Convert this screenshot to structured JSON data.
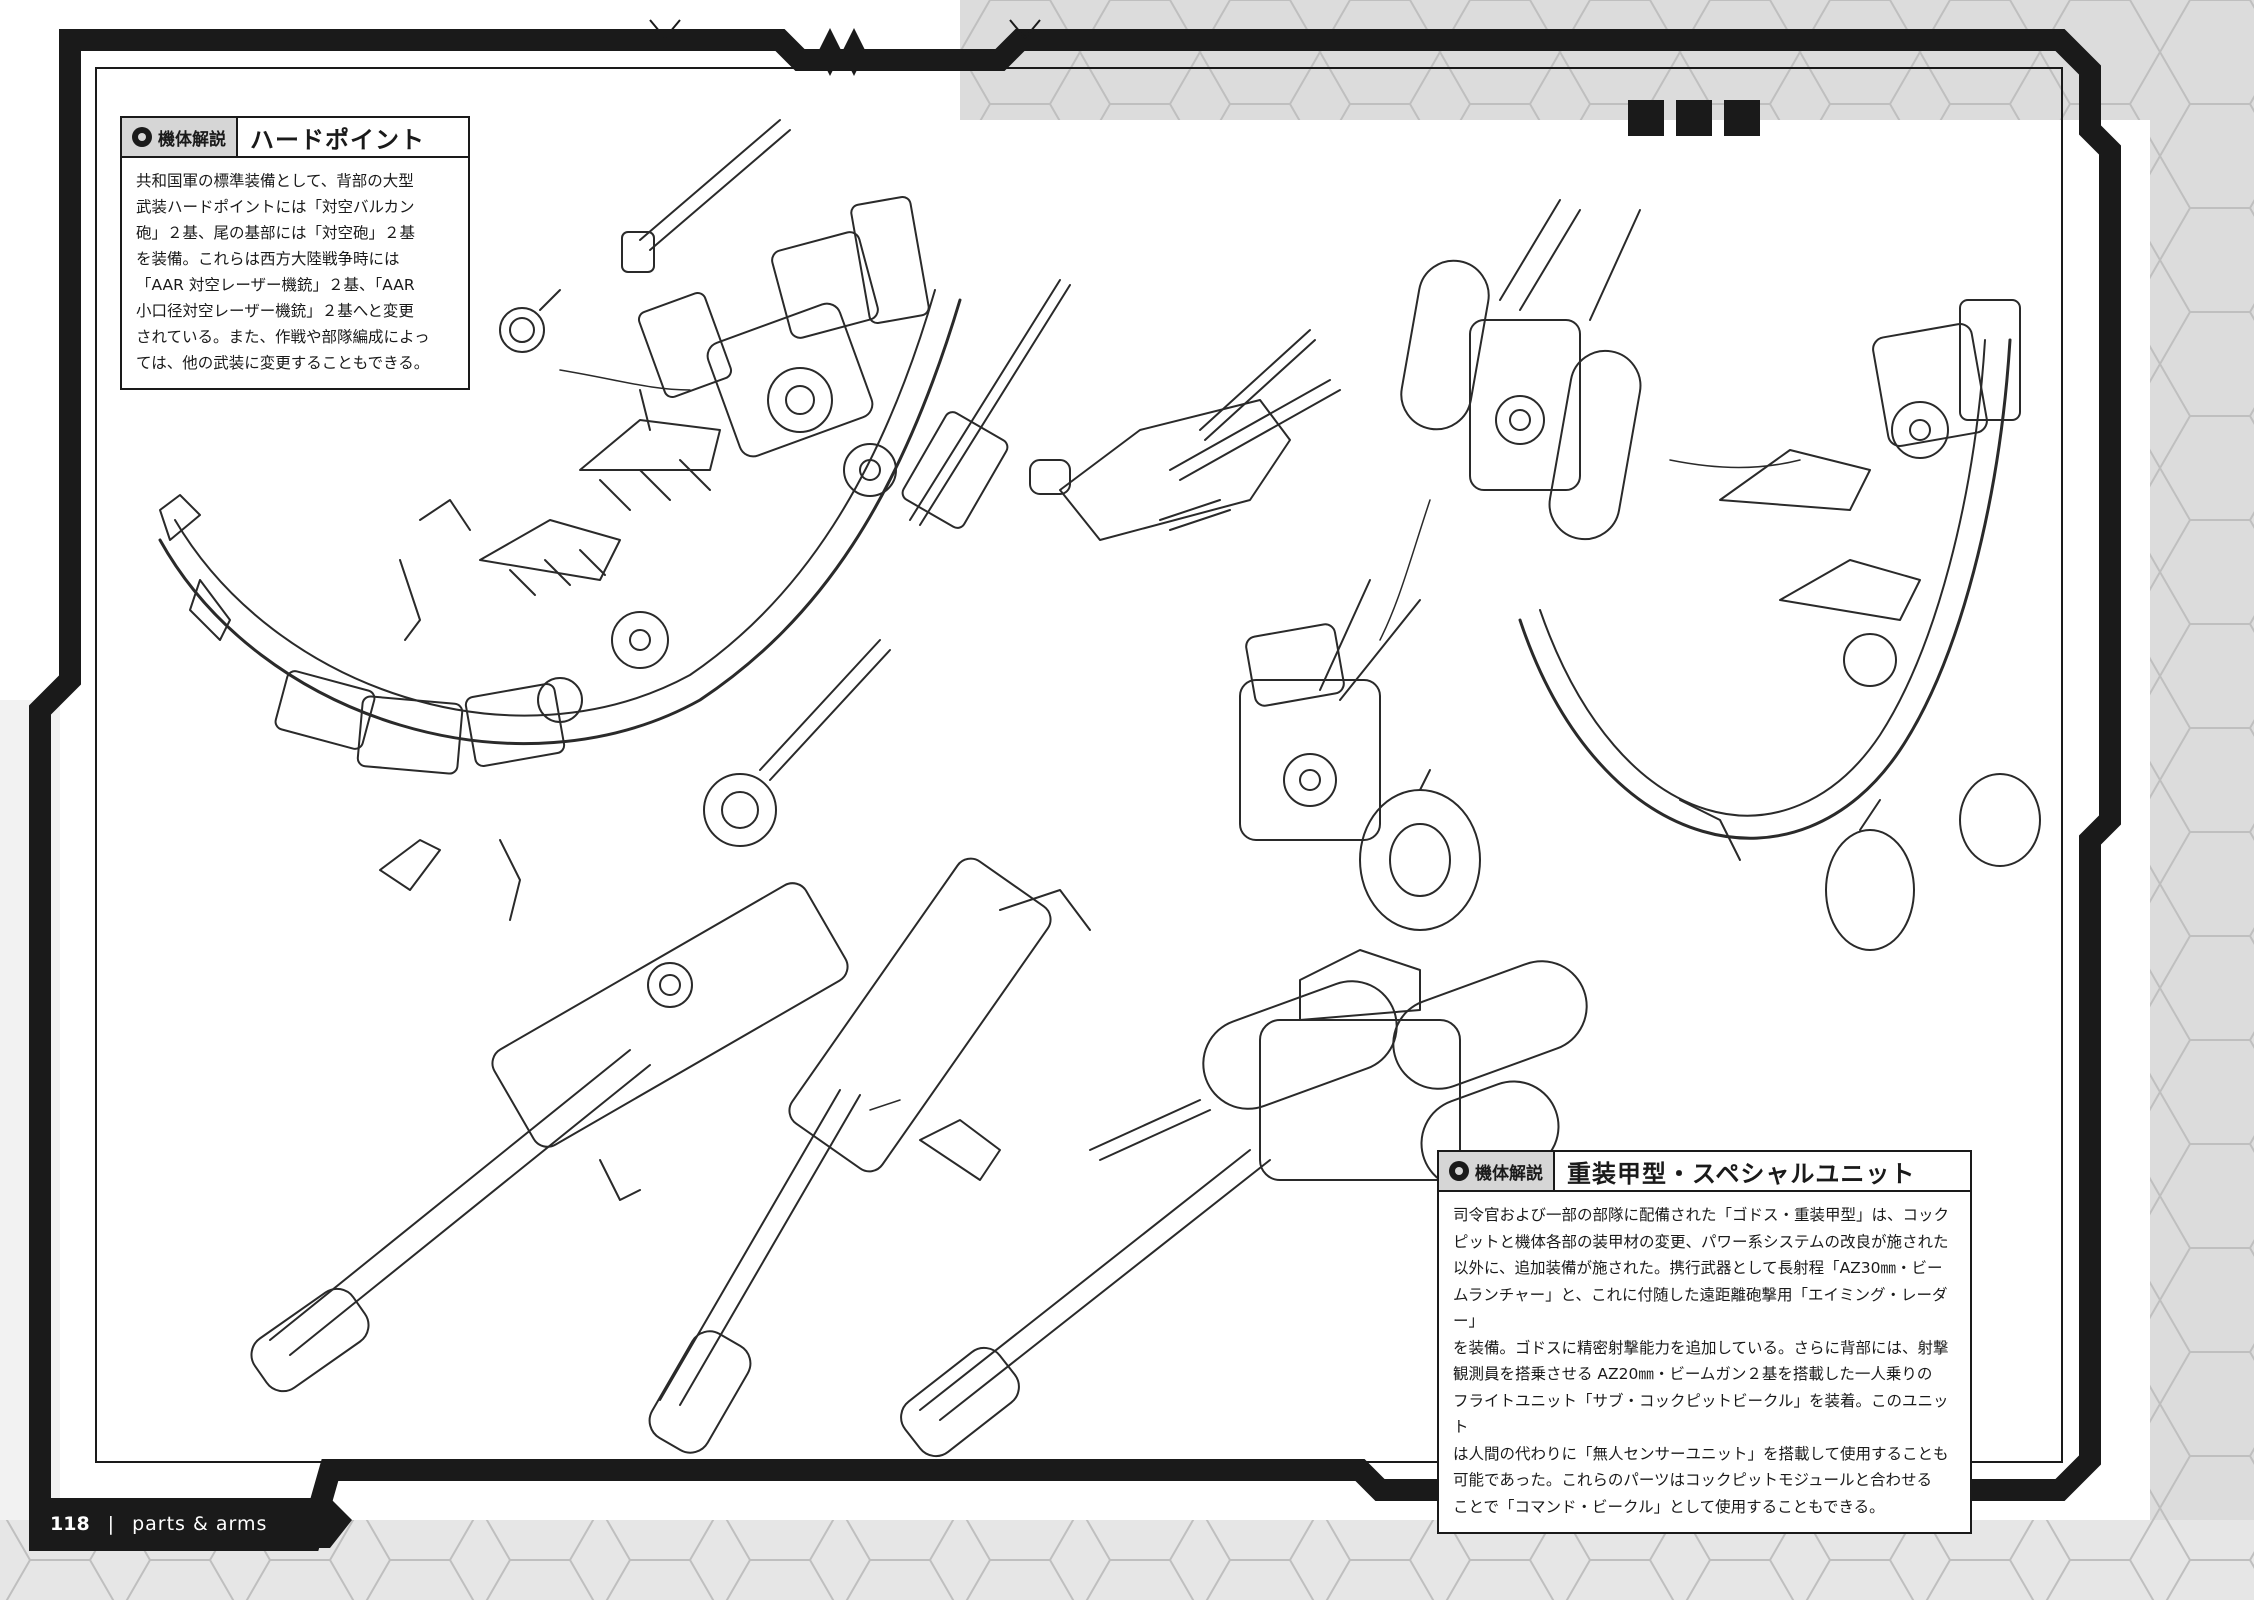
{
  "callout_1": {
    "tag": "機体解説",
    "title": "ハードポイント",
    "body": "共和国軍の標準装備として、背部の大型\n武装ハードポイントには「対空バルカン\n砲」２基、尾の基部には「対空砲」２基\nを装備。これらは西方大陸戦争時には\n「AAR 対空レーザー機銃」２基、「AAR\n小口径対空レーザー機銃」２基へと変更\nされている。また、作戦や部隊編成によっ\nては、他の武装に変更することもできる。"
  },
  "callout_2": {
    "tag": "機体解説",
    "title": "重装甲型・スペシャルユニット",
    "body": "司令官および一部の部隊に配備された「ゴドス・重装甲型」は、コック\nピットと機体各部の装甲材の変更、パワー系システムの改良が施された\n以外に、追加装備が施された。携行武器として長射程「AZ30㎜・ビー\nムランチャー」と、これに付随した遠距離砲撃用「エイミング・レーダー」\nを装備。ゴドスに精密射撃能力を追加している。さらに背部には、射撃\n観測員を搭乗させる AZ20㎜・ビームガン２基を搭載した一人乗りの\nフライトユニット「サブ・コックピットビークル」を装着。このユニット\nは人間の代わりに「無人センサーユニット」を搭載して使用することも\n可能であった。これらのパーツはコックピットモジュールと合わせる\nことで「コマンド・ビークル」として使用することもできる。"
  },
  "footer": {
    "page_number": "118",
    "separator": "|",
    "section": "parts & arms"
  },
  "colors": {
    "frame": "#1a1a1a",
    "hex_band": "#d8d8d8",
    "line_art": "#2a2a2a"
  },
  "illustrations": [
    "tail-hardpoint-assembly-left",
    "anti-air-vulcan-cannon",
    "anti-air-gun",
    "armored-backpack-assembly",
    "sub-cockpit-vehicle",
    "tail-hardpoint-assembly-right",
    "aiming-radar",
    "beam-launcher-1",
    "beam-launcher-2",
    "sub-cockpit-flight-unit"
  ]
}
